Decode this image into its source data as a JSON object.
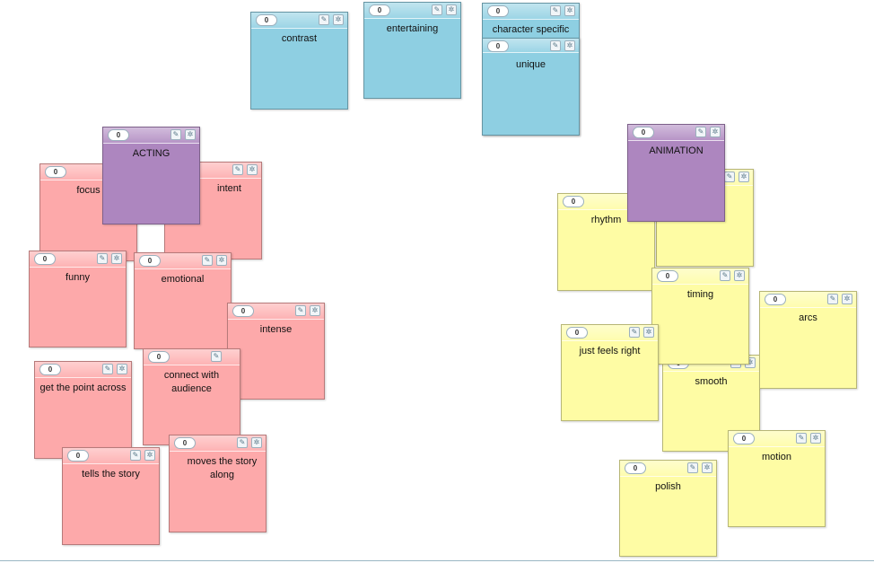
{
  "icons": {
    "comment": "comment-icon",
    "settings": "gear-icon"
  },
  "colors": {
    "blue": "#8ecfe2",
    "pink": "#fda9aa",
    "yellow": "#fefca4",
    "purple": "#ad86bf"
  },
  "notes": [
    {
      "color": "blue",
      "count": "0",
      "title": "contrast"
    },
    {
      "color": "blue",
      "count": "0",
      "title": "entertaining"
    },
    {
      "color": "blue",
      "count": "0",
      "title": "character specific"
    },
    {
      "color": "blue",
      "count": "0",
      "title": "unique"
    },
    {
      "color": "pink",
      "count": "0",
      "title": "focus"
    },
    {
      "color": "pink",
      "count": "0",
      "title": "intent"
    },
    {
      "color": "pink",
      "count": "0",
      "title": "funny"
    },
    {
      "color": "pink",
      "count": "0",
      "title": "emotional"
    },
    {
      "color": "pink",
      "count": "0",
      "title": "intense"
    },
    {
      "color": "pink",
      "count": "0",
      "title": "get the point across"
    },
    {
      "color": "pink",
      "count": "0",
      "title": "connect with audience"
    },
    {
      "color": "pink",
      "count": "0",
      "title": "tells the story"
    },
    {
      "color": "pink",
      "count": "0",
      "title": "moves the story along"
    },
    {
      "color": "purple",
      "count": "0",
      "title": "ACTING"
    },
    {
      "color": "yellow",
      "count": "0",
      "title": ""
    },
    {
      "color": "yellow",
      "count": "0",
      "title": "rhythm"
    },
    {
      "color": "yellow",
      "count": "0",
      "title": "smooth"
    },
    {
      "color": "yellow",
      "count": "0",
      "title": "timing"
    },
    {
      "color": "yellow",
      "count": "0",
      "title": "arcs"
    },
    {
      "color": "yellow",
      "count": "0",
      "title": "just feels right"
    },
    {
      "color": "yellow",
      "count": "0",
      "title": "motion"
    },
    {
      "color": "yellow",
      "count": "0",
      "title": "polish"
    },
    {
      "color": "purple",
      "count": "0",
      "title": "ANIMATION"
    }
  ]
}
